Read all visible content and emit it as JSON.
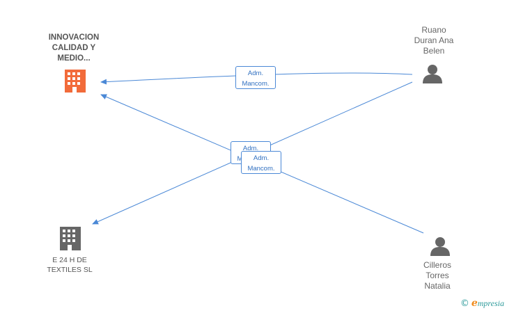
{
  "nodes": {
    "company_main": {
      "label_lines": [
        "INNOVACION",
        "CALIDAD Y",
        "MEDIO..."
      ],
      "icon": "office-building-icon",
      "color": "#f26b3a"
    },
    "company_other": {
      "label_lines": [
        "E 24 H DE",
        "TEXTILES SL"
      ],
      "icon": "office-building-icon",
      "color": "#666666"
    },
    "person_1": {
      "label_lines": [
        "Ruano",
        "Duran Ana",
        "Belen"
      ],
      "icon": "person-icon",
      "color": "#666666"
    },
    "person_2": {
      "label_lines": [
        "Cilleros",
        "Torres",
        "Natalia"
      ],
      "icon": "person-icon",
      "color": "#666666"
    }
  },
  "edges": [
    {
      "from": "person_1",
      "to": "company_main",
      "label_lines": [
        "Adm.",
        "Mancom."
      ]
    },
    {
      "from": "person_1",
      "to": "company_other",
      "label_lines": [
        "Adm.",
        "Mancom."
      ]
    },
    {
      "from": "person_2",
      "to": "company_main",
      "label_lines": [
        "Adm.",
        "Mancom."
      ]
    }
  ],
  "colors": {
    "edge": "#4a88d6",
    "edge_label_text": "#2f6fc0"
  },
  "brand": {
    "copyright": "©",
    "initial": "e",
    "rest": "mpresia"
  }
}
